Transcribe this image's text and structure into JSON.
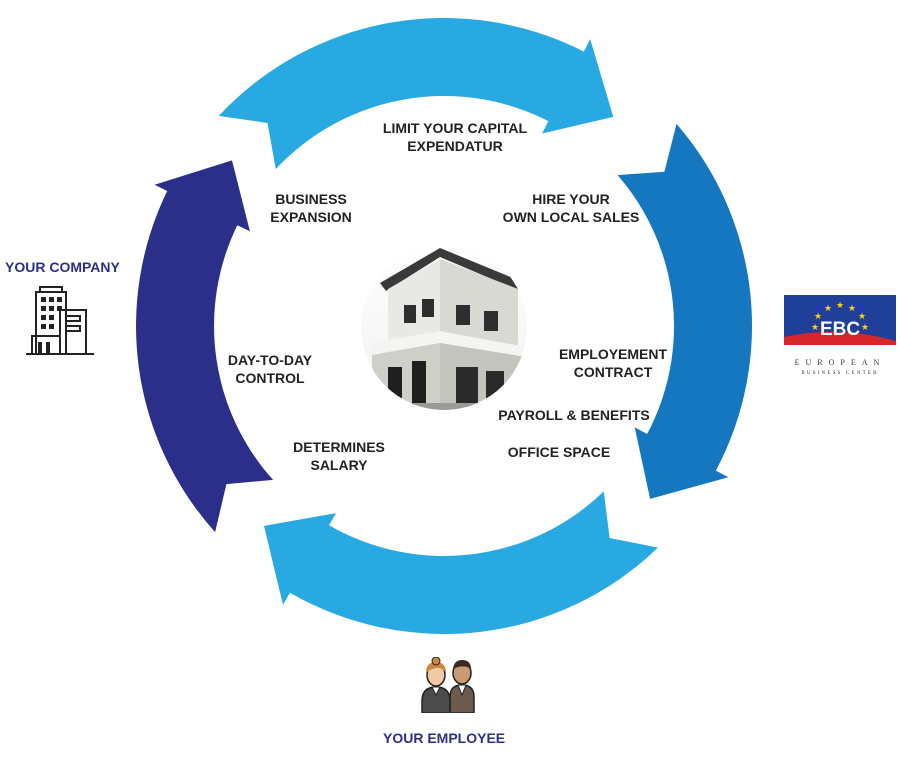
{
  "colors": {
    "top_arc": "#29a9e1",
    "bottom_arc": "#29a9e1",
    "left_arc": "#2b2f8a",
    "right_arc": "#1577bf",
    "text": "#222222",
    "side_label": "#2b2f8a"
  },
  "labels": {
    "top": "LIMIT YOUR CAPITAL\nEXPENDATUR",
    "top_right": "HIRE YOUR\nOWN LOCAL SALES",
    "top_left": "BUSINESS\nEXPANSION",
    "left": "DAY-TO-DAY\nCONTROL",
    "bottom_left": "DETERMINES\nSALARY",
    "right_1": "EMPLOYEMENT\nCONTRACT",
    "right_2": "PAYROLL & BENEFITS",
    "right_3": "OFFICE SPACE"
  },
  "sides": {
    "company": "YOUR COMPANY",
    "employee": "YOUR EMPLOYEE"
  },
  "logo": {
    "letters": "EBC",
    "text_line1": "EUROPEAN",
    "text_line2": "BUSINESS CENTER"
  },
  "icons": {
    "company": "building-icon",
    "employee": "people-icon",
    "center": "house-photo"
  }
}
